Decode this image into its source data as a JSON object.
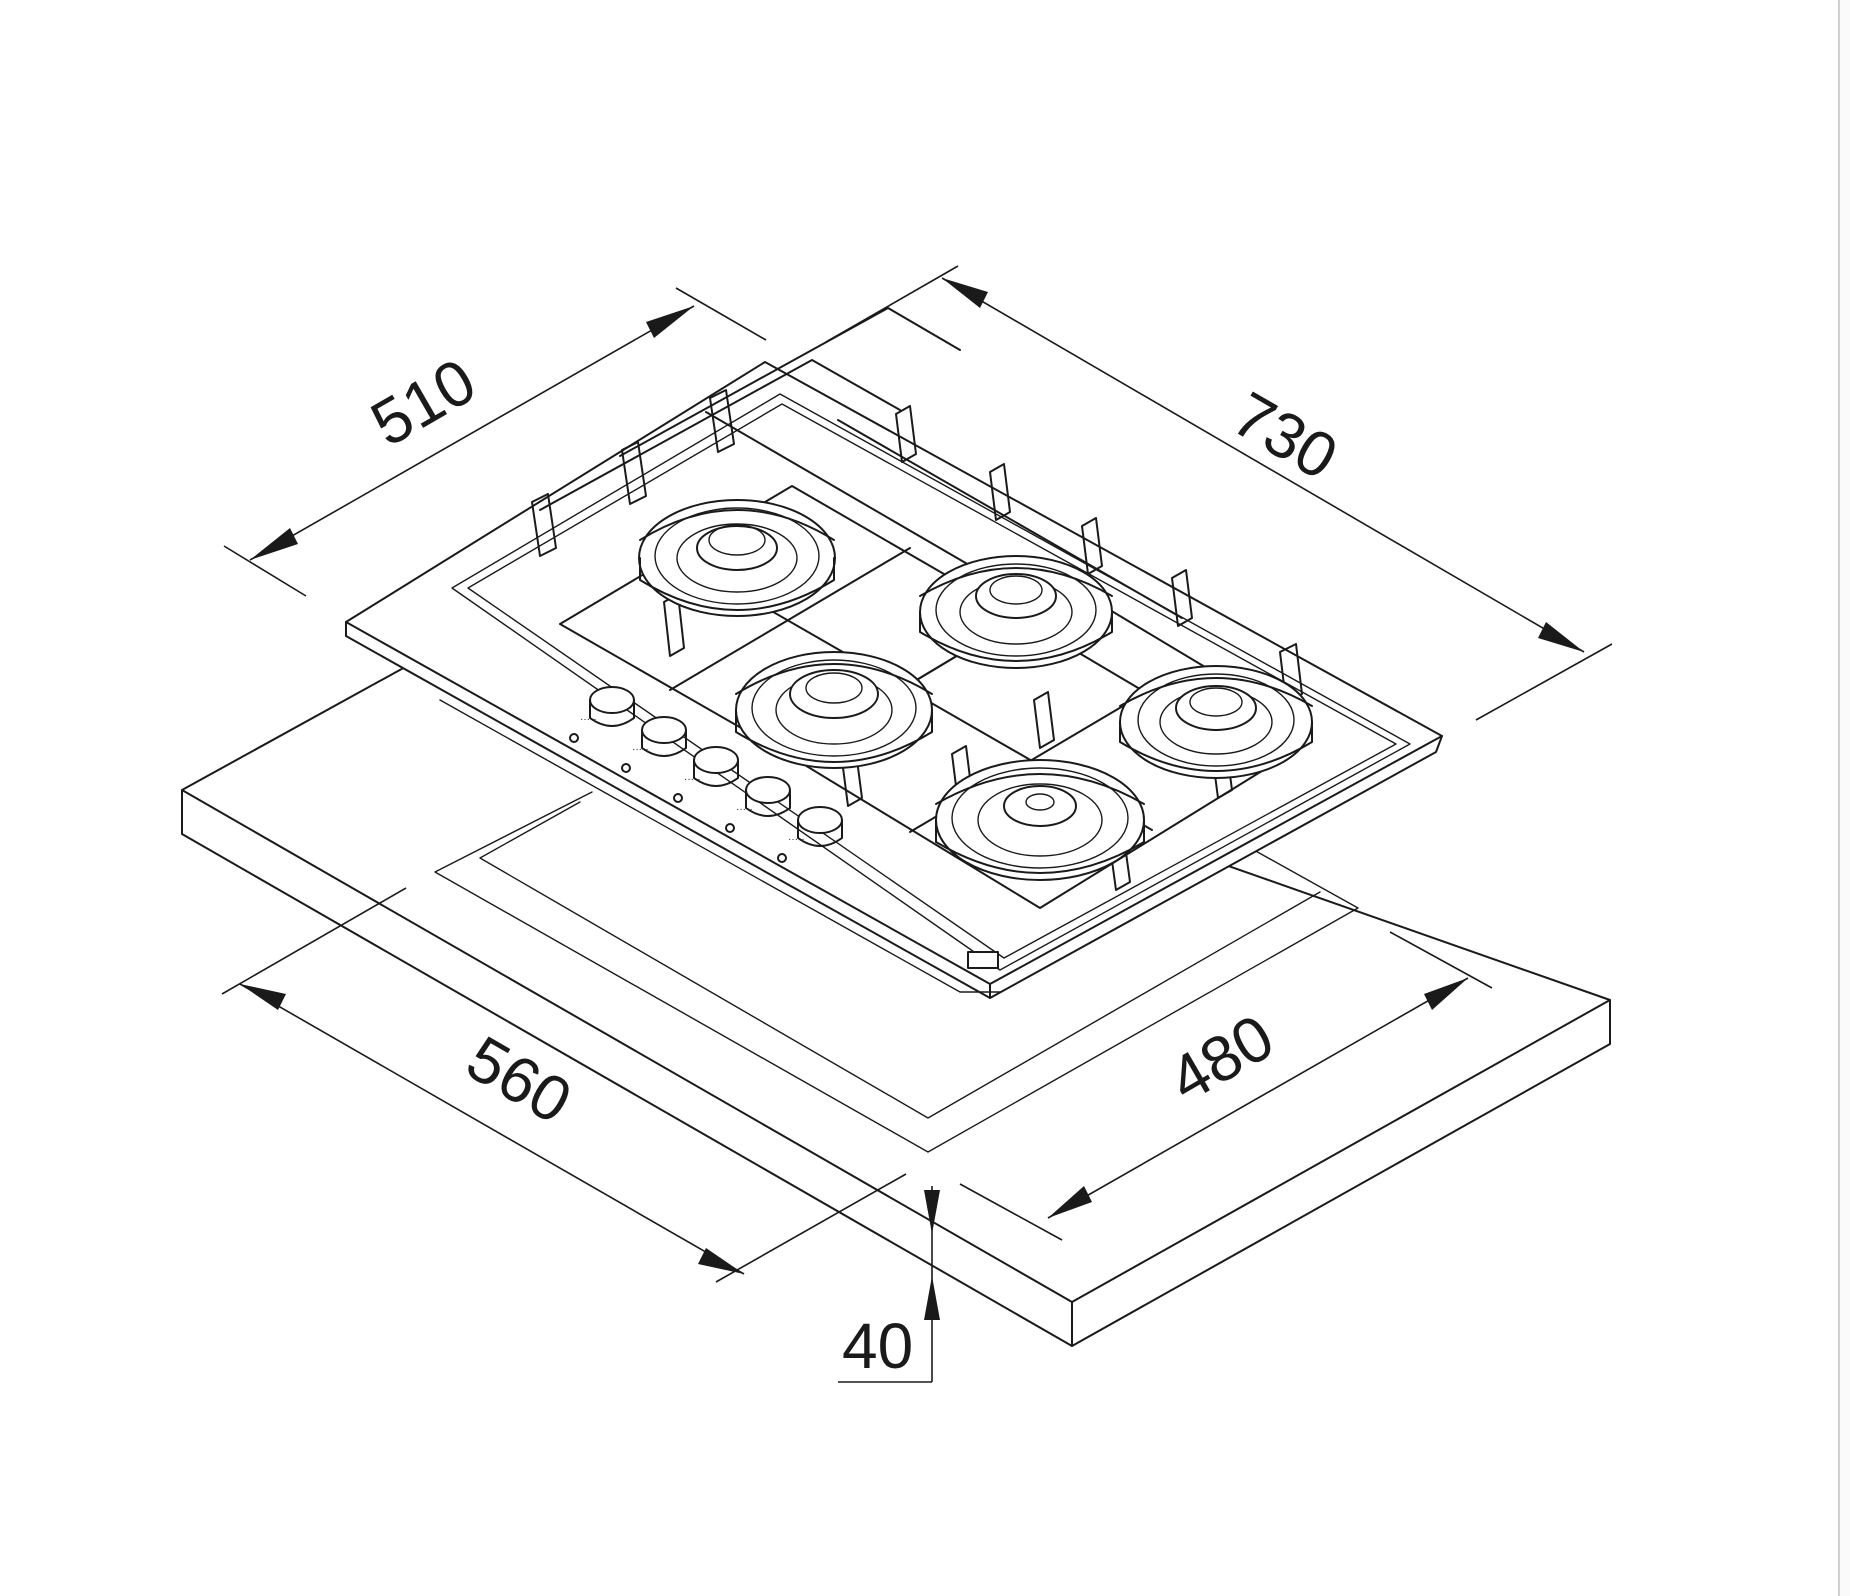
{
  "diagram": {
    "dimensions": {
      "depth": "510",
      "width": "730",
      "cutout_width": "560",
      "cutout_depth": "480",
      "height": "40"
    }
  },
  "colors": {
    "line": "#1a1a1a",
    "background": "#ffffff"
  }
}
